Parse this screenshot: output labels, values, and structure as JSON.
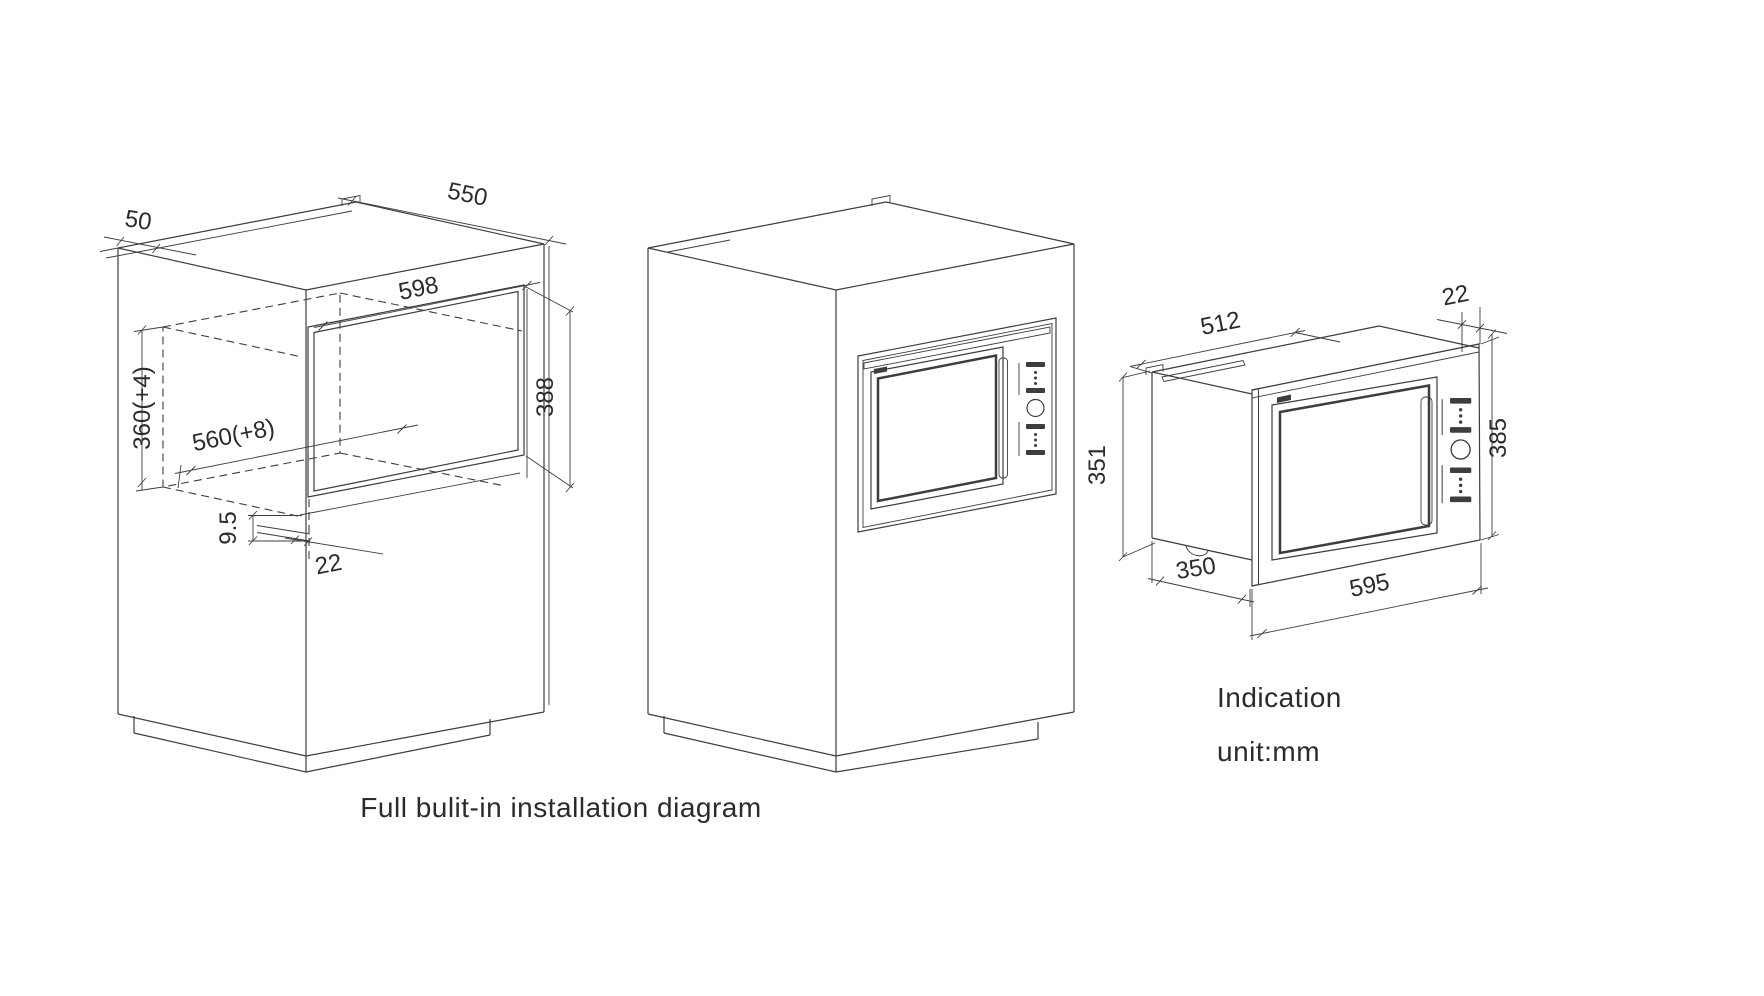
{
  "page": {
    "background": "#ffffff"
  },
  "colors": {
    "line": "#3d3d3d",
    "text": "#2b2b2b"
  },
  "captions": {
    "main": "Full bulit-in installation diagram",
    "indication_line1": "Indication",
    "indication_line2": "unit:mm"
  },
  "cabinet_dims": {
    "top_clearance": "50",
    "cabinet_depth": "550",
    "opening_width": "598",
    "opening_height": "388",
    "niche_height": "360(+4)",
    "niche_width": "560(+8)",
    "bottom_gap": "9.5",
    "bottom_rail_depth": "22"
  },
  "microwave_dims": {
    "body_width": "512",
    "frame_clearance": "22",
    "body_height": "351",
    "frame_height": "385",
    "body_depth": "350",
    "frame_width": "595"
  }
}
